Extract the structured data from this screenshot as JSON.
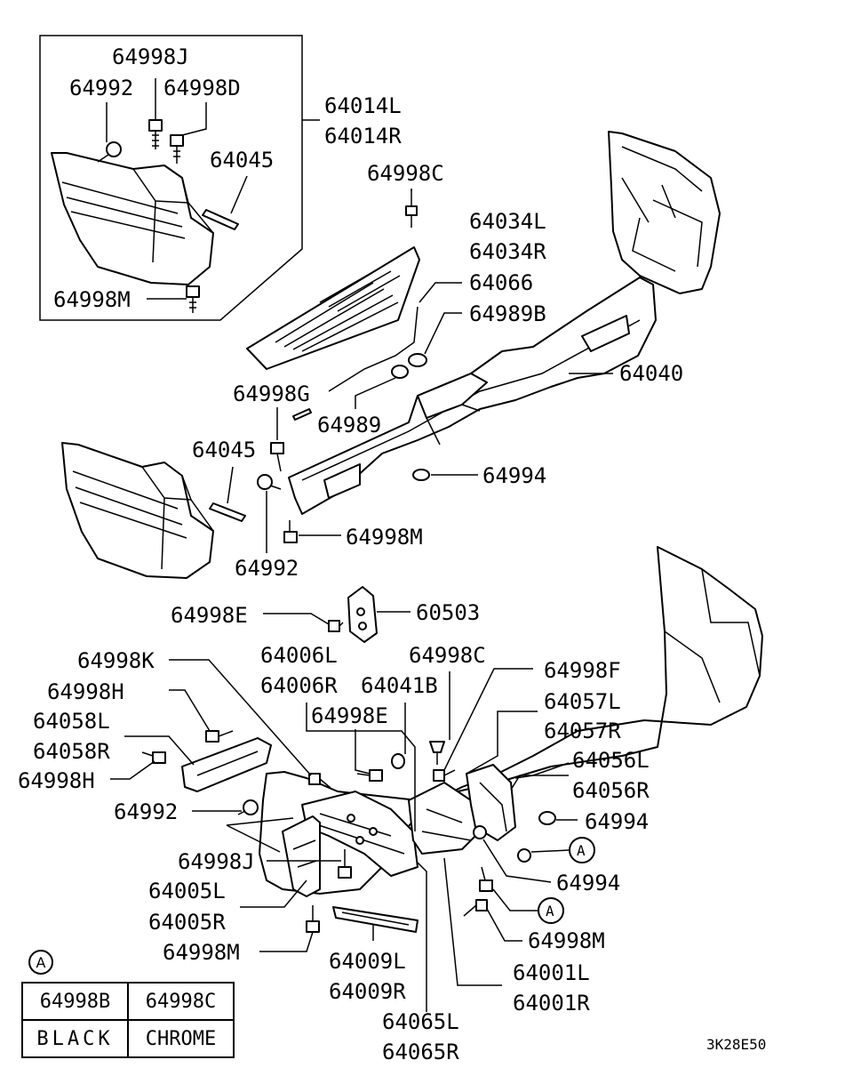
{
  "diagram": {
    "code": "3K28E50",
    "callout_marker": "A",
    "labels": {
      "p64998J_top": "64998J",
      "p64992_top": "64992",
      "p64998D": "64998D",
      "p64014L": "64014L",
      "p64014R": "64014R",
      "p64045_top": "64045",
      "p64998C_top": "64998C",
      "p64034L": "64034L",
      "p64034R": "64034R",
      "p64998M_top": "64998M",
      "p64066": "64066",
      "p64989B": "64989B",
      "p64040": "64040",
      "p64998G": "64998G",
      "p64989": "64989",
      "p64045_mid": "64045",
      "p64994_mid": "64994",
      "p64998M_mid": "64998M",
      "p64992_mid": "64992",
      "p64998E_a": "64998E",
      "p60503": "60503",
      "p64006L": "64006L",
      "p64006R": "64006R",
      "p64998C_bot": "64998C",
      "p64998K": "64998K",
      "p64998F": "64998F",
      "p64041B": "64041B",
      "p64998H_a": "64998H",
      "p64057L": "64057L",
      "p64057R": "64057R",
      "p64998E_b": "64998E",
      "p64058L": "64058L",
      "p64058R": "64058R",
      "p64056L": "64056L",
      "p64998H_b": "64998H",
      "p64056R": "64056R",
      "p64992_bot": "64992",
      "p64994_r1": "64994",
      "p64998J_bot": "64998J",
      "p64994_r2": "64994",
      "p64005L": "64005L",
      "p64005R": "64005R",
      "p64998M_r": "64998M",
      "p64998M_bot": "64998M",
      "p64009L": "64009L",
      "p64001L": "64001L",
      "p64009R": "64009R",
      "p64001R": "64001R",
      "p64065L": "64065L",
      "p64065R": "64065R"
    }
  },
  "legend": {
    "marker": "A",
    "headers": [
      "64998B",
      "64998C"
    ],
    "values": [
      "BLACK",
      "CHROME"
    ]
  }
}
